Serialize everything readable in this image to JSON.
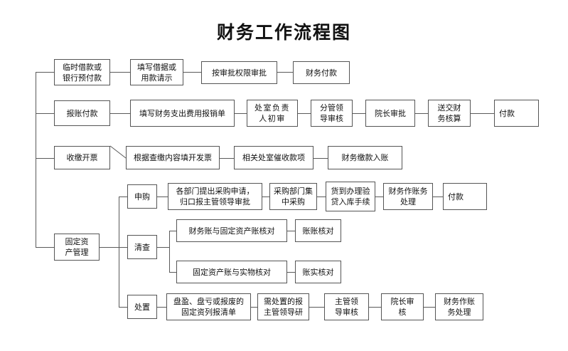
{
  "title": "财务工作流程图",
  "diagram": {
    "type": "flowchart",
    "orientation": "left-to-right",
    "trunk_label": "main-vertical-spine",
    "categories": [
      {
        "id": "temporary-loan",
        "label": "临时借款或\n银行预付款",
        "steps": [
          "填写借据或\n用款请示",
          "按审批权限审批",
          "财务付款"
        ]
      },
      {
        "id": "reimbursement-payment",
        "label": "报账付款",
        "steps": [
          "填写财务支出费用报销单",
          "处室负责\n人初审",
          "分管领\n导审核",
          "院长审批",
          "送交财\n务核算",
          "付款"
        ]
      },
      {
        "id": "collection-invoicing",
        "label": "收缴开票",
        "steps": [
          "根据查缴内容填开发票",
          "相关处室催收款项",
          "财务缴款入账"
        ]
      },
      {
        "id": "fixed-asset-management",
        "label": "固定资\n产管理",
        "branches": [
          {
            "id": "purchase-request",
            "label": "申购",
            "steps": [
              "各部门提出采购申请，\n归口报主管领导审批",
              "采购部门集\n中采购",
              "货到办理验\n贷入库手续",
              "财务作账务\n处理",
              "付款"
            ]
          },
          {
            "id": "inventory-check",
            "label": "清查",
            "sub_branches": [
              {
                "id": "ledger-to-ledger",
                "steps": [
                  "财务账与固定资产账核对",
                  "账账核对"
                ]
              },
              {
                "id": "ledger-to-physical",
                "steps": [
                  "固定资产账与实物核对",
                  "账实核对"
                ]
              }
            ]
          },
          {
            "id": "disposal",
            "label": "处置",
            "steps": [
              "盘盈、盘亏或报废的\n固定资列报清单",
              "需处置的报\n主管领导研",
              "主管领\n导审核",
              "院长审\n核",
              "财务作账\n务处理"
            ]
          }
        ]
      }
    ]
  },
  "colors": {
    "background": "#ffffff",
    "box_border": "#555555",
    "connector": "#5a5a5a",
    "text": "#111111"
  }
}
